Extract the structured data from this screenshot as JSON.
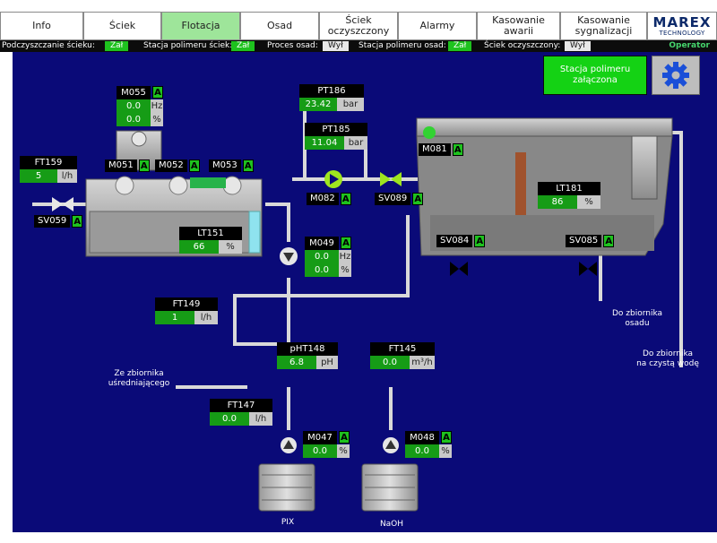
{
  "nav": {
    "tabs": [
      {
        "label": "Info"
      },
      {
        "label": "Ściek"
      },
      {
        "label": "Flotacja"
      },
      {
        "label": "Osad"
      },
      {
        "label": "Ściek\noczyszczony"
      },
      {
        "label": "Alarmy"
      },
      {
        "label": "Kasowanie awarii"
      },
      {
        "label": "Kasowanie\nsygnalizacji"
      }
    ],
    "active": "Flotacja"
  },
  "logo": {
    "name": "MAREX",
    "subtitle": "TECHNOLOGY"
  },
  "status": {
    "podczyszczanie_label": "Podczyszczanie ścieku:",
    "podczyszczanie_value": "Zał",
    "stacja_sciek_label": "Stacja polimeru ściek:",
    "stacja_sciek_value": "Zał",
    "proces_osad_label": "Proces osad:",
    "proces_osad_value": "Wył",
    "stacja_osad_label": "Stacja polimeru osad:",
    "stacja_osad_value": "Zał",
    "sciek_oczyszczony_label": "Ściek oczyszczony:",
    "sciek_oczyszczony_value": "Wył",
    "role": "Operator"
  },
  "buttons": {
    "polymer_station": "Stacja polimeru\nzałączona",
    "settings_icon": "gear-icon"
  },
  "tags": {
    "M055": {
      "name": "M055",
      "hz": "0.0",
      "pct": "0.0",
      "unit_hz": "Hz",
      "unit_pct": "%",
      "auto": "A"
    },
    "FT159": {
      "name": "FT159",
      "value": "5",
      "unit": "l/h"
    },
    "PT186": {
      "name": "PT186",
      "value": "23.42",
      "unit": "bar"
    },
    "PT185": {
      "name": "PT185",
      "value": "11.04",
      "unit": "bar"
    },
    "LT151": {
      "name": "LT151",
      "value": "66",
      "unit": "%"
    },
    "M049": {
      "name": "M049",
      "hz": "0.0",
      "pct": "0.0",
      "unit_hz": "Hz",
      "unit_pct": "%",
      "auto": "A"
    },
    "LT181": {
      "name": "LT181",
      "value": "86",
      "unit": "%"
    },
    "FT149": {
      "name": "FT149",
      "value": "1",
      "unit": "l/h"
    },
    "pHT148": {
      "name": "pHT148",
      "value": "6.8",
      "unit": "pH"
    },
    "FT145": {
      "name": "FT145",
      "value": "0.0",
      "unit": "m³/h"
    },
    "FT147": {
      "name": "FT147",
      "value": "0.0",
      "unit": "l/h"
    },
    "M047": {
      "name": "M047",
      "pct": "0.0",
      "unit_pct": "%",
      "auto": "A"
    },
    "M048": {
      "name": "M048",
      "pct": "0.0",
      "unit_pct": "%",
      "auto": "A"
    }
  },
  "devices": {
    "M051": "M051",
    "M052": "M052",
    "M053": "M053",
    "M081": "M081",
    "M082": "M082",
    "SV089": "SV089",
    "SV059": "SV059",
    "SV084": "SV084",
    "SV085": "SV085",
    "auto": "A"
  },
  "labels": {
    "do_zbiornika_osadu": "Do zbiornika\nosadu",
    "do_zbiornika_czysta": "Do zbiornika\nna czystą wodę",
    "ze_zbiornika": "Ze zbiornika\nuśredniającego",
    "pix": "PIX",
    "naoh": "NaOH"
  },
  "colors": {
    "background": "#0a0a78",
    "active_tab": "#9ee59a",
    "value_green": "#169c16",
    "auto_green": "#1ec21e",
    "button_green": "#14d214",
    "gear_blue": "#1a4fd8"
  }
}
